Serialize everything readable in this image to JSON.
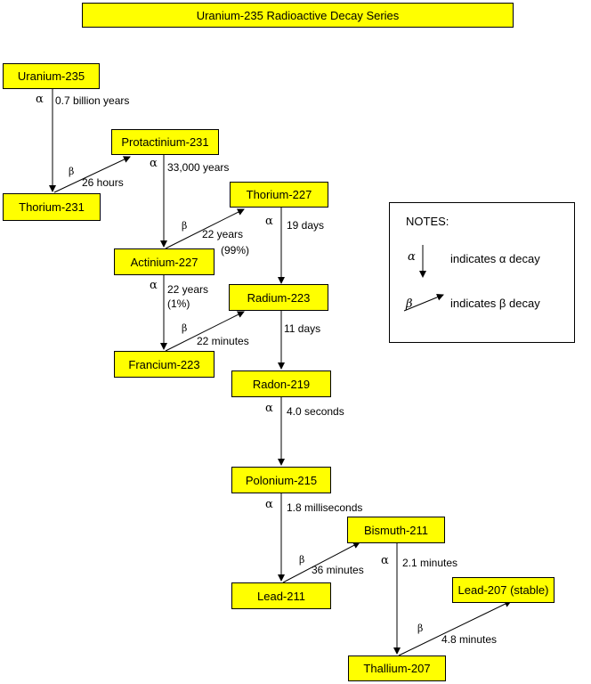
{
  "title": "Uranium-235 Radioactive Decay Series",
  "nodes": {
    "u235": "Uranium-235",
    "pa231": "Protactinium-231",
    "th231": "Thorium-231",
    "th227": "Thorium-227",
    "ac227": "Actinium-227",
    "ra223": "Radium-223",
    "fr223": "Francium-223",
    "rn219": "Radon-219",
    "po215": "Polonium-215",
    "bi211": "Bismuth-211",
    "pb211": "Lead-211",
    "pb207": "Lead-207 (stable)",
    "tl207": "Thallium-207"
  },
  "symbols": {
    "alpha": "α",
    "beta": "β"
  },
  "times": {
    "u235_th231": "0.7 billion years",
    "th231_pa231": "26 hours",
    "pa231_ac227": "33,000 years",
    "ac227_th227_a": "22 years",
    "ac227_th227_b": "(99%)",
    "th227_ra223": "19 days",
    "ac227_fr223_a": "22 years",
    "ac227_fr223_b": "(1%)",
    "fr223_ra223": "22 minutes",
    "ra223_rn219": "11 days",
    "rn219_po215": "4.0 seconds",
    "po215_pb211": "1.8 milliseconds",
    "pb211_bi211": "36 minutes",
    "bi211_tl207": "2.1 minutes",
    "tl207_pb207": "4.8 minutes"
  },
  "notes": {
    "heading": "NOTES:",
    "alpha_text": "indicates α decay",
    "beta_text": "indicates β decay"
  }
}
